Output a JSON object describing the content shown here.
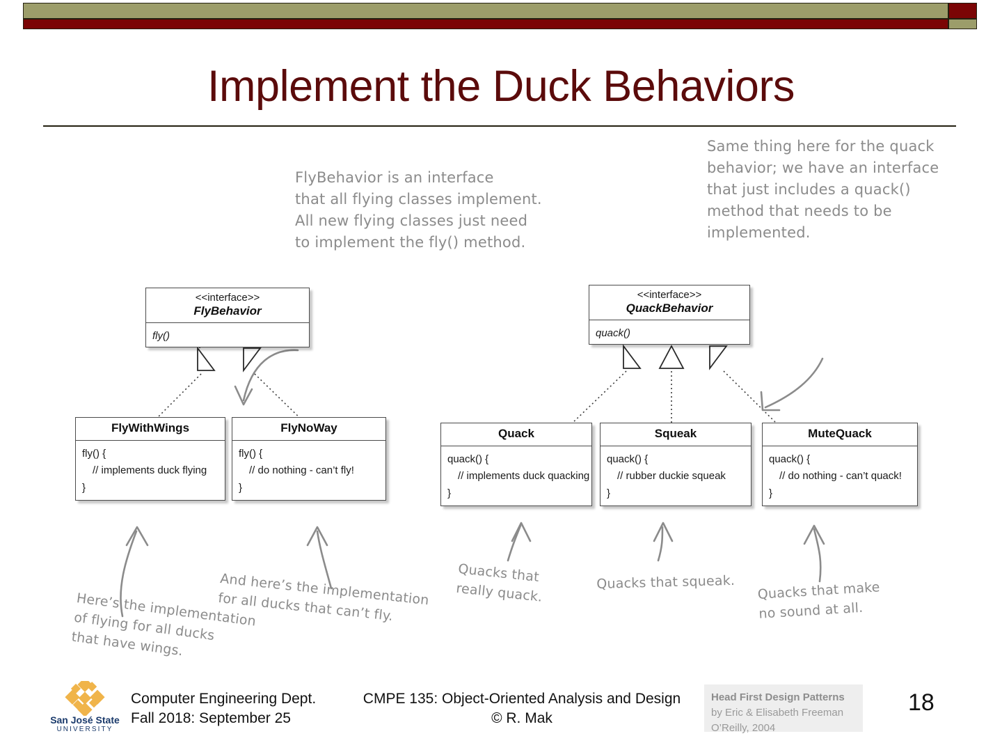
{
  "theme": {
    "olive": "#9c9d6a",
    "maroon": "#7b0505",
    "title_color": "#5b0b0b",
    "hand_ink": "#8b8b8b",
    "logo_gold": "#f0b44a",
    "logo_blue": "#1a3a6b"
  },
  "title": "Implement the Duck Behaviors",
  "diagram": {
    "interfaces": [
      {
        "id": "fly-behavior",
        "stereotype": "<<interface>>",
        "name": "FlyBehavior",
        "method": "fly()"
      },
      {
        "id": "quack-behavior",
        "stereotype": "<<interface>>",
        "name": "QuackBehavior",
        "method": "quack()"
      }
    ],
    "classes": [
      {
        "id": "fly-with-wings",
        "name": "FlyWithWings",
        "lines": [
          "fly() {",
          "// implements duck flying",
          "}"
        ]
      },
      {
        "id": "fly-no-way",
        "name": "FlyNoWay",
        "lines": [
          "fly() {",
          "// do nothing - can’t fly!",
          "}"
        ]
      },
      {
        "id": "quack",
        "name": "Quack",
        "lines": [
          "quack() {",
          "// implements duck quacking",
          "}"
        ]
      },
      {
        "id": "squeak",
        "name": "Squeak",
        "lines": [
          "quack() {",
          "// rubber duckie squeak",
          "}"
        ]
      },
      {
        "id": "mute-quack",
        "name": "MuteQuack",
        "lines": [
          "quack() {",
          "// do nothing - can’t quack!",
          "}"
        ]
      }
    ],
    "annotations": [
      {
        "id": "note-fly-interface",
        "text": "FlyBehavior is an interface\nthat all flying classes implement.\nAll new flying classes just need\nto implement the fly() method."
      },
      {
        "id": "note-quack-interface",
        "text": "Same thing here for the quack\nbehavior; we have an interface\nthat just includes a quack()\nmethod that needs to be\nimplemented."
      },
      {
        "id": "note-fly-with-wings",
        "text": "Here’s the implementation\nof flying for all ducks\nthat have wings."
      },
      {
        "id": "note-fly-no-way",
        "text": "And here’s the implementation\nfor all ducks that can’t fly."
      },
      {
        "id": "note-quack",
        "text": "Quacks that\nreally quack."
      },
      {
        "id": "note-squeak",
        "text": "Quacks that squeak."
      },
      {
        "id": "note-mute-quack",
        "text": "Quacks that make\nno sound at all."
      }
    ]
  },
  "footer": {
    "left_line1": "Computer Engineering Dept.",
    "left_line2": "Fall 2018: September 25",
    "center_line1": "CMPE 135: Object-Oriented Analysis and Design",
    "center_line2": "© R. Mak",
    "book_title": "Head First Design Patterns",
    "book_authors": "by Eric & Elisabeth Freeman",
    "book_publisher": "O’Reilly, 2004",
    "slide_number": "18",
    "logo_name": "San José State",
    "logo_univ": "UNIVERSITY"
  }
}
